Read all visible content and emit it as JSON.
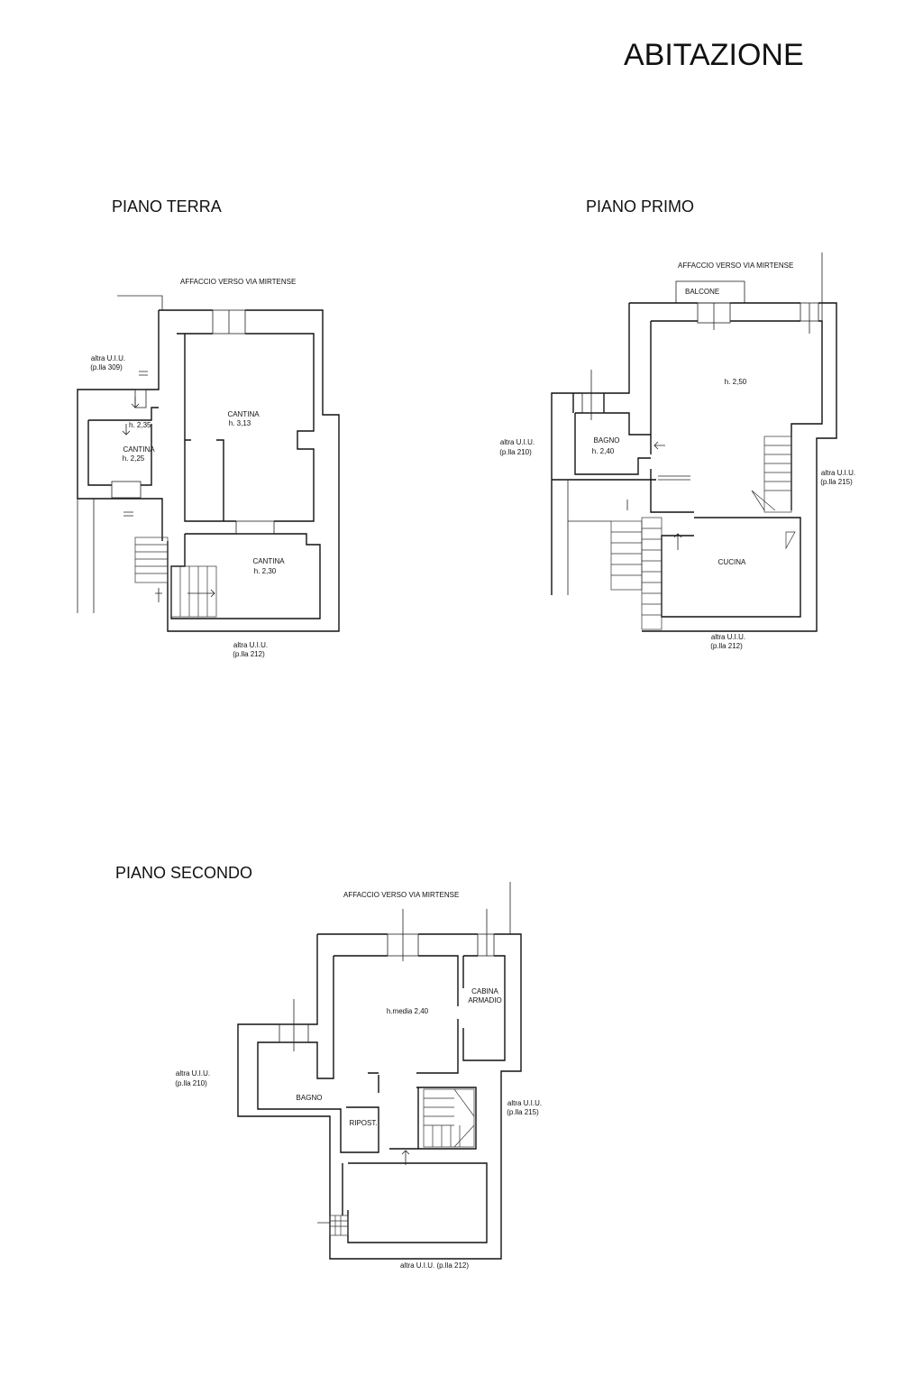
{
  "title": "ABITAZIONE",
  "floors": {
    "terra": {
      "title": "PIANO TERRA",
      "facade": "AFFACCIO VERSO VIA MIRTENSE",
      "neighbor_left": [
        "altra U.I.U.",
        "(p.lla 309)"
      ],
      "neighbor_bottom": [
        "altra U.I.U.",
        "(p.lla 212)"
      ],
      "room_main": [
        "CANTINA",
        "h. 3,13"
      ],
      "room_small_height": "h. 2,35",
      "room_small": [
        "CANTINA",
        "h. 2,25"
      ],
      "room_bottom": [
        "CANTINA",
        "h. 2,30"
      ]
    },
    "primo": {
      "title": "PIANO PRIMO",
      "facade": "AFFACCIO VERSO VIA MIRTENSE",
      "balcony": "BALCONE",
      "main_height": "h. 2,50",
      "bath": [
        "BAGNO",
        "h. 2,40"
      ],
      "kitchen": "CUCINA",
      "neighbor_left": [
        "altra U.I.U.",
        "(p.lla 210)"
      ],
      "neighbor_right": [
        "altra U.I.U.",
        "(p.lla 215)"
      ],
      "neighbor_bottom": [
        "altra U.I.U.",
        "(p.lla 212)"
      ]
    },
    "secondo": {
      "title": "PIANO SECONDO",
      "facade": "AFFACCIO VERSO VIA MIRTENSE",
      "main_height": "h.media   2,40",
      "closet": [
        "CABINA",
        "ARMADIO"
      ],
      "bath": "BAGNO",
      "storage": "RIPOST.",
      "neighbor_left": [
        "altra U.I.U.",
        "(p.lla 210)"
      ],
      "neighbor_right": [
        "altra U.I.U.",
        "(p.lla 215)"
      ],
      "neighbor_bottom": "altra U.I.U.  (p.lla 212)"
    }
  }
}
